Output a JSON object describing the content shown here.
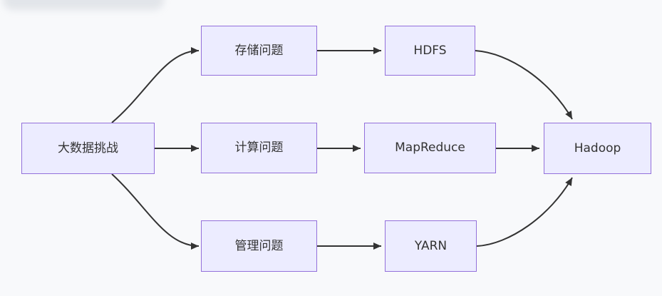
{
  "diagram": {
    "type": "flowchart-left-to-right",
    "colors": {
      "background": "#f8f9fb",
      "node_fill": "#ececff",
      "node_border": "#9370db",
      "edge": "#333333",
      "text": "#333333"
    },
    "nodes": {
      "challenge": {
        "label": "大数据挑战"
      },
      "storage": {
        "label": "存储问题"
      },
      "compute": {
        "label": "计算问题"
      },
      "manage": {
        "label": "管理问题"
      },
      "hdfs": {
        "label": "HDFS"
      },
      "mapreduce": {
        "label": "MapReduce"
      },
      "yarn": {
        "label": "YARN"
      },
      "hadoop": {
        "label": "Hadoop"
      }
    },
    "edges": [
      {
        "from": "challenge",
        "to": "storage"
      },
      {
        "from": "challenge",
        "to": "compute"
      },
      {
        "from": "challenge",
        "to": "manage"
      },
      {
        "from": "storage",
        "to": "hdfs"
      },
      {
        "from": "compute",
        "to": "mapreduce"
      },
      {
        "from": "manage",
        "to": "yarn"
      },
      {
        "from": "hdfs",
        "to": "hadoop"
      },
      {
        "from": "mapreduce",
        "to": "hadoop"
      },
      {
        "from": "yarn",
        "to": "hadoop"
      }
    ]
  }
}
